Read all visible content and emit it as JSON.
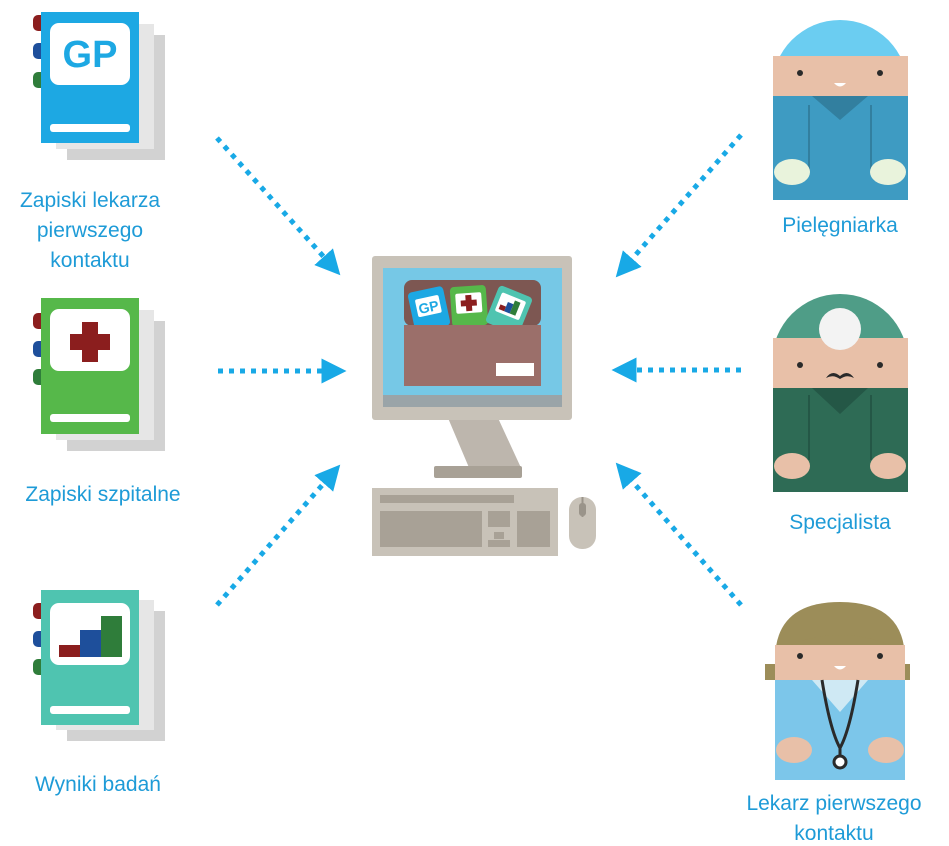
{
  "colors": {
    "caption": "#1e9bd7",
    "arrow": "#18a9e6",
    "gp_notes_book": "#1da8e3",
    "hospital_book": "#56b84a",
    "test_results_book": "#4fc4b0",
    "cross": "#8b1e1e",
    "nurse_scrubs": "#3e9bc2",
    "specialist_scrubs": "#2e6b55",
    "gp_doctor_coat": "#7cc6ea",
    "folder": "#9b6f6a",
    "screen": "#76c8e6",
    "monitor": "#c8c2b8"
  },
  "records": [
    {
      "id": "gp-notes",
      "icon": "gp-book-icon",
      "badge": "GP",
      "caption": [
        "Zapiski lekarza",
        "pierwszego",
        "kontaktu"
      ]
    },
    {
      "id": "hospital-notes",
      "icon": "hospital-book-icon",
      "caption": [
        "Zapiski szpitalne"
      ]
    },
    {
      "id": "test-results",
      "icon": "test-results-book-icon",
      "caption": [
        "Wyniki badań"
      ]
    }
  ],
  "staff": [
    {
      "id": "nurse",
      "icon": "nurse-icon",
      "caption": [
        "Pielęgniarka"
      ]
    },
    {
      "id": "specialist",
      "icon": "specialist-icon",
      "caption": [
        "Specjalista"
      ]
    },
    {
      "id": "gp-doctor",
      "icon": "gp-doctor-icon",
      "caption": [
        "Lekarz pierwszego",
        "kontaktu"
      ]
    }
  ],
  "computer": {
    "icon": "computer-icon",
    "folder_badge": "GP"
  }
}
